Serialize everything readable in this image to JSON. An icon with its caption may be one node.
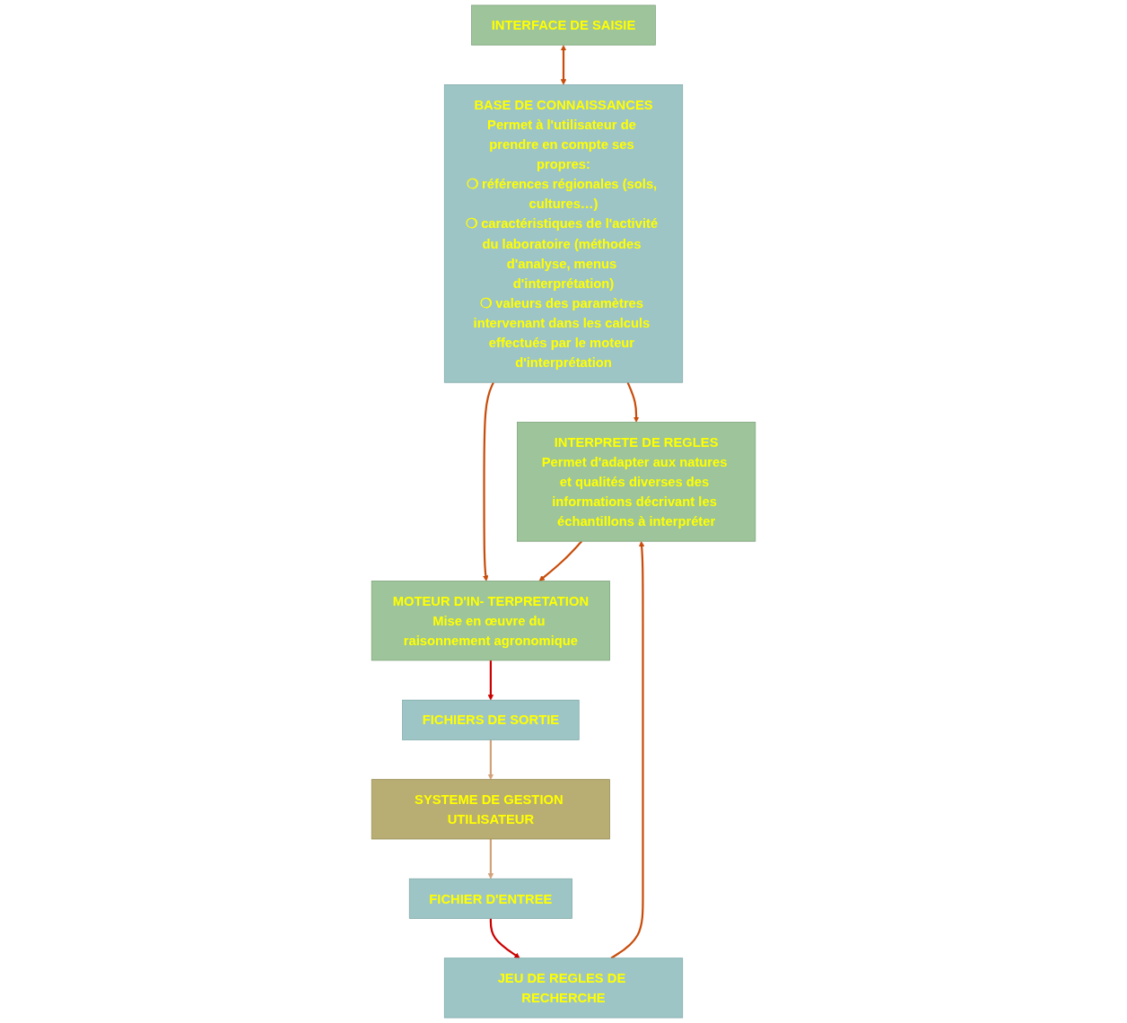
{
  "diagram": {
    "nodes": [
      {
        "text": [
          "INTERFACE DE SAISIE"
        ]
      },
      {
        "text": [
          "BASE DE CONNAISSANCES",
          "Permet à l'utilisateur de prendre en compte ses propres:",
          "❍ références régionales (sols, cultures…)",
          "❍ caractéristiques de l'activité du laboratoire (méthodes d'analyse, menus d'interprétation)",
          "❍ valeurs des paramètres intervenant dans les calculs effectués par le moteur d'interprétation"
        ]
      },
      {
        "text": [
          "JEU DE REGLES DE RECHERCHE"
        ]
      },
      {
        "text": [
          "INTERPRETE DE REGLES",
          "Permet d'adapter aux natures et qualités diverses des informations décrivant les échantillons à interpréter"
        ]
      },
      {
        "text": [
          "MOTEUR D'IN- TERPRETATION",
          "Mise en œuvre du raisonnement agronomique"
        ]
      },
      {
        "text": [
          "FICHIER D'ENTREE"
        ]
      },
      {
        "text": [
          "SYSTEME DE GESTION UTILISATEUR"
        ]
      },
      {
        "text": [
          "FICHIERS DE SORTIE"
        ]
      }
    ],
    "edges": [
      {
        "from": 0,
        "to": 1,
        "arrow": "both"
      },
      {
        "from": 1,
        "to": 3,
        "arrow": "to"
      },
      {
        "from": 1,
        "to": 4,
        "arrow": "to"
      },
      {
        "from": 2,
        "to": 3,
        "arrow": "to"
      },
      {
        "from": 3,
        "to": 4,
        "arrow": "to"
      },
      {
        "from": 5,
        "to": 2,
        "arrow": "to",
        "color": "#cc0000"
      },
      {
        "from": 4,
        "to": 7,
        "arrow": "to",
        "color": "#cc0000"
      },
      {
        "from": 7,
        "to": 6,
        "arrow": "to",
        "color": "#d4a27a"
      },
      {
        "from": 6,
        "to": 5,
        "arrow": "to",
        "color": "#d4a27a"
      }
    ]
  }
}
